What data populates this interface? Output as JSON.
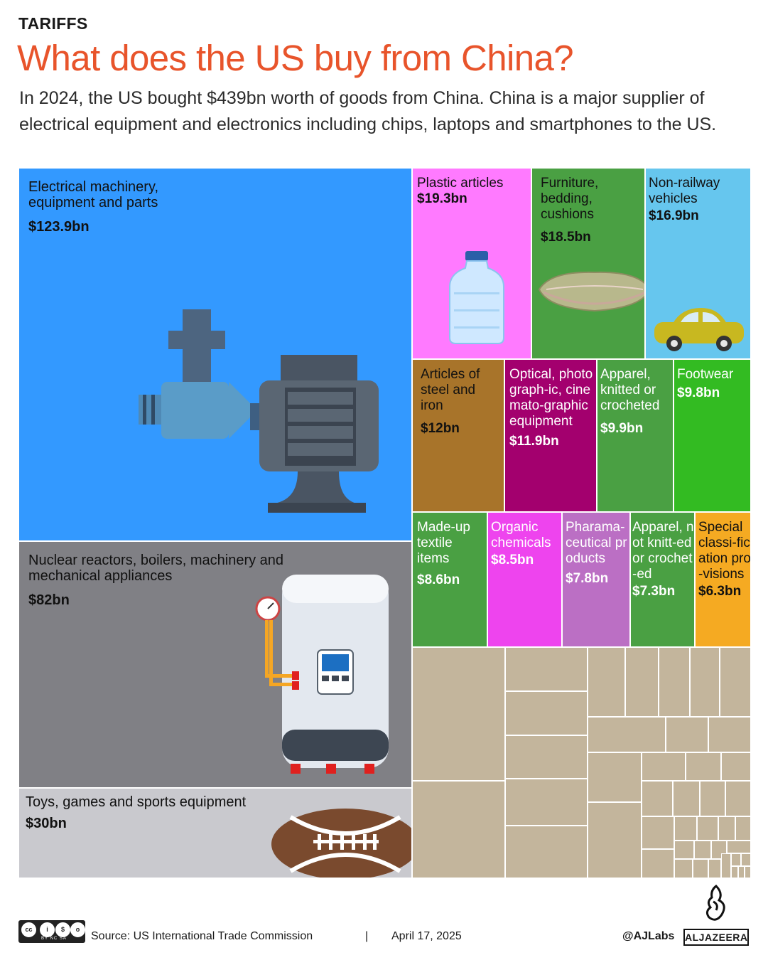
{
  "header": {
    "kicker": "TARIFFS",
    "title": "What does the US buy from China?",
    "description": "In 2024, the US bought $439bn worth of goods from China. China is a major supplier of electrical equipment and electronics including chips, laptops and smartphones to the US."
  },
  "chart_data": {
    "type": "treemap",
    "total_bn": 439,
    "unit": "bn USD",
    "items": [
      {
        "label": "Electrical machinery, equipment and parts",
        "value": 123.9,
        "value_label": "$123.9bn",
        "color": "#3399ff"
      },
      {
        "label": "Nuclear reactors, boilers, machinery and mechanical appliances",
        "value": 82,
        "value_label": "$82bn",
        "color": "#808085"
      },
      {
        "label": "Toys, games and sports equipment",
        "value": 30,
        "value_label": "$30bn",
        "color": "#c9c9ce"
      },
      {
        "label": "Plastic articles",
        "value": 19.3,
        "value_label": "$19.3bn",
        "color": "#ff7aff"
      },
      {
        "label": "Furniture, bedding, cushions",
        "value": 18.5,
        "value_label": "$18.5bn",
        "color": "#4aa043"
      },
      {
        "label": "Non-railway vehicles",
        "value": 16.9,
        "value_label": "$16.9bn",
        "color": "#66c6ee"
      },
      {
        "label": "Articles of steel and iron",
        "value": 12,
        "value_label": "$12bn",
        "color": "#a8742a"
      },
      {
        "label": "Optical, photograph-ic, cinemato-graphic equipment",
        "value": 11.9,
        "value_label": "$11.9bn",
        "color": "#a3006e"
      },
      {
        "label": "Apparel, knitted or crocheted",
        "value": 9.9,
        "value_label": "$9.9bn",
        "color": "#4aa043"
      },
      {
        "label": "Footwear",
        "value": 9.8,
        "value_label": "$9.8bn",
        "color": "#33bb22"
      },
      {
        "label": "Made-up textile items",
        "value": 8.6,
        "value_label": "$8.6bn",
        "color": "#4aa043"
      },
      {
        "label": "Organic chemicals",
        "value": 8.5,
        "value_label": "$8.5bn",
        "color": "#ee44ee"
      },
      {
        "label": "Pharama-ceutical products",
        "value": 7.8,
        "value_label": "$7.8bn",
        "color": "#bb6fc4"
      },
      {
        "label": "Apparel, not knitt-ed or crochet-ed",
        "value": 7.3,
        "value_label": "$7.3bn",
        "color": "#4aa043"
      },
      {
        "label": "Special classi-fication pro-visions",
        "value": 6.3,
        "value_label": "$6.3bn",
        "color": "#f5aa22"
      }
    ],
    "other_color": "#c3b59c"
  },
  "footer": {
    "source": "Source:  US International Trade Commission",
    "separator": "|",
    "date": "April 17, 2025",
    "handle": "@AJLabs",
    "brand": "ALJAZEERA",
    "license_icon_text": "BY  NC  SA"
  }
}
